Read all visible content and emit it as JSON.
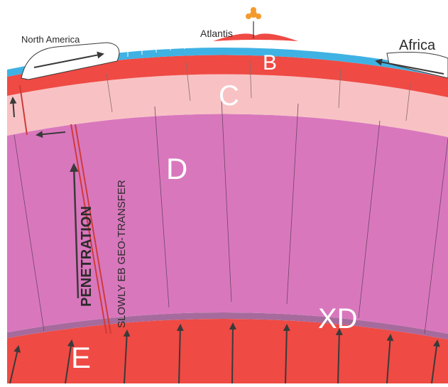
{
  "labels": {
    "north_america": "North America",
    "atlantis": "Atlantis",
    "africa": "Africa",
    "layer_b": "B",
    "layer_c": "C",
    "layer_d": "D",
    "layer_xd": "XD",
    "layer_e": "E",
    "penetration": "PENETRATION",
    "geo_transfer": "SLOWLY EB GEO-TRANSFER"
  },
  "colors": {
    "ocean": "#3fb2e3",
    "crust_b": "#ef4a44",
    "layer_c": "#f8c2c4",
    "layer_d": "#d977bd",
    "xd_band": "#a66b9c",
    "layer_e": "#ef4a44",
    "volcano": "#f39a2c",
    "arrow": "#3a3a3a",
    "fault": "#cf3a3a"
  },
  "icons": {
    "volcano": "volcano-icon",
    "north_america_plate": "continent-plate-icon",
    "africa_plate": "continent-plate-icon"
  }
}
